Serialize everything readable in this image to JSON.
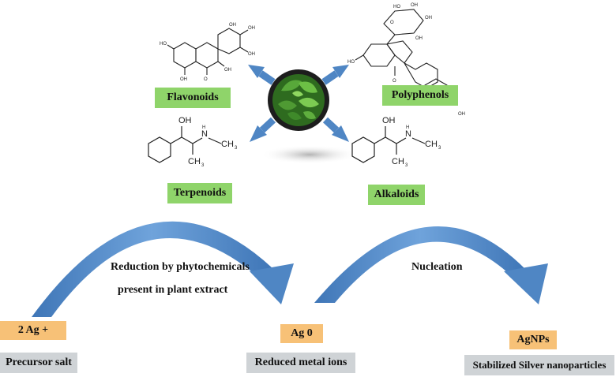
{
  "center": {
    "icon": "plant-leaves-icon"
  },
  "compounds": {
    "flavonoids": "Flavonoids",
    "polyphenols": "Polyphenols",
    "terpenoids": "Terpenoids",
    "alkaloids": "Alkaloids"
  },
  "molecule_text": {
    "oh": "OH",
    "ch3": "CH",
    "sub3": "3",
    "nh": "N",
    "h": "H",
    "o": "O",
    "ho": "HO"
  },
  "process": {
    "step1": [
      "Reduction by phytochemicals",
      "present in plant extract"
    ],
    "step2": "Nucleation"
  },
  "species": {
    "precursor": "2 Ag +",
    "reduced": "Ag 0",
    "product": "AgNPs"
  },
  "stages": {
    "precursor": "Precursor salt",
    "reduced": "Reduced metal ions",
    "product": "Stabilized Silver nanoparticles"
  },
  "colors": {
    "arrow_blue": "#4f86c4",
    "label_green": "#8fd46a",
    "label_orange": "#f7c177",
    "label_grey": "#cfd3d6"
  }
}
